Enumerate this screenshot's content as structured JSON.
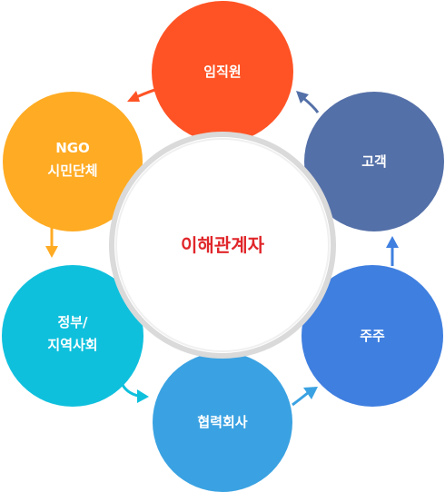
{
  "center": {
    "label": "이해관계자"
  },
  "nodes": [
    {
      "id": "employees",
      "lines": [
        "임직원"
      ],
      "color": "#ff5325"
    },
    {
      "id": "customers",
      "lines": [
        "고객"
      ],
      "color": "#5470a8"
    },
    {
      "id": "shareholders",
      "lines": [
        "주주"
      ],
      "color": "#3f7fe0"
    },
    {
      "id": "partners",
      "lines": [
        "협력회사"
      ],
      "color": "#3aa2e2"
    },
    {
      "id": "government",
      "lines": [
        "정부/",
        "지역사회"
      ],
      "color": "#0fc0dd"
    },
    {
      "id": "ngo",
      "lines": [
        "NGO",
        "시민단체"
      ],
      "color": "#ffab23"
    }
  ],
  "colors": {
    "center_fill": "#ffffff",
    "center_ring": "#dadada",
    "center_text": "#e0262a"
  }
}
